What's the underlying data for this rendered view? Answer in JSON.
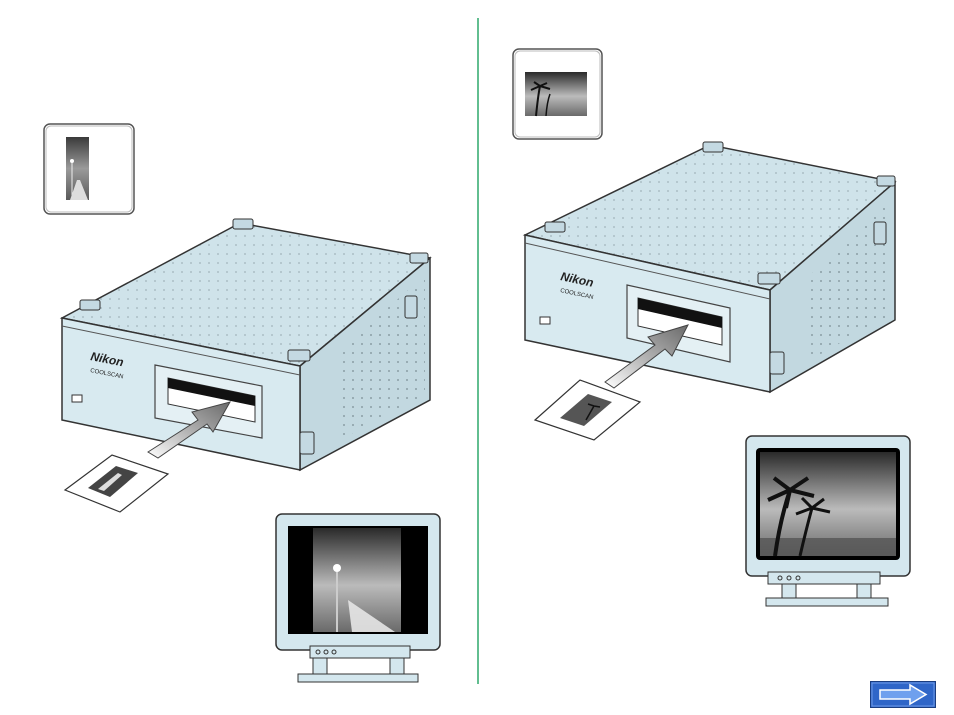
{
  "scanner": {
    "brand": "Nikon",
    "model": "COOLSCAN"
  },
  "panels": [
    {
      "id": "portrait",
      "orientation": "portrait",
      "image_subject": "lamp post and pier"
    },
    {
      "id": "landscape",
      "orientation": "landscape",
      "image_subject": "palm trees on beach"
    }
  ],
  "colors": {
    "divider": "#2fa86b",
    "scanner_body": "#d6e8ee",
    "scanner_top": "#cfe3ea",
    "outline": "#3a3a3a",
    "button_fill": "#2f66c8"
  },
  "navigation": {
    "next_icon": "right-arrow-icon"
  }
}
